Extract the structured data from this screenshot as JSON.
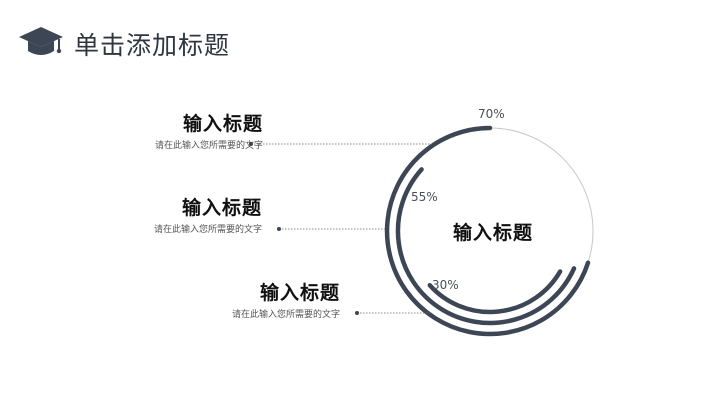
{
  "header": {
    "title": "单击添加标题",
    "icon": "graduation-cap-icon",
    "icon_color": "#3d4654"
  },
  "items": [
    {
      "title": "输入标题",
      "desc": "请在此输入您所需要的文字",
      "percent_label": "70%",
      "percent": 70
    },
    {
      "title": "输入标题",
      "desc": "请在此输入您所需要的文字",
      "percent_label": "55%",
      "percent": 55
    },
    {
      "title": "输入标题",
      "desc": "请在此输入您所需要的文字",
      "percent_label": "30%",
      "percent": 30
    }
  ],
  "center": {
    "title": "输入标题"
  },
  "colors": {
    "arc": "#3d4654",
    "track": "#c8c8c8",
    "connector": "#666666"
  }
}
